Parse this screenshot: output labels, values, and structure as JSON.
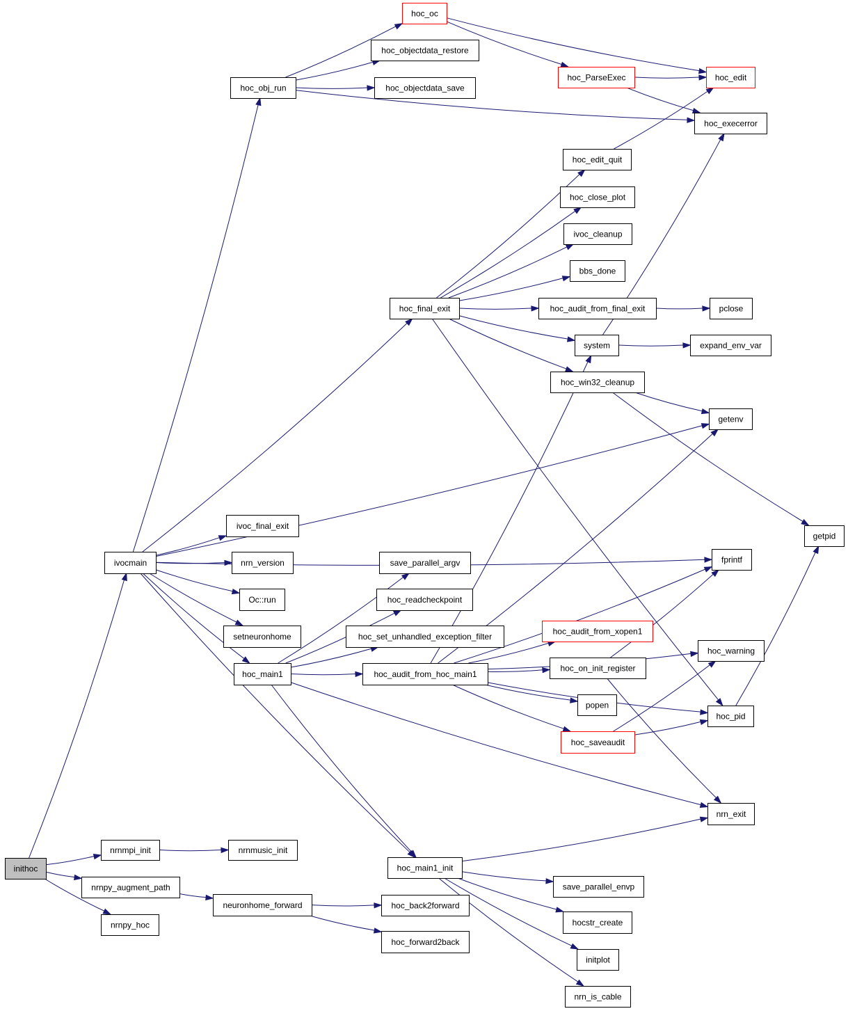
{
  "diagram": {
    "type": "call-graph",
    "colors": {
      "edge": "#191970",
      "node_border": "#000000",
      "highlight_border": "#ff0000",
      "root_fill": "#bfbfbf"
    },
    "nodes": [
      {
        "id": "inithoc",
        "label": "inithoc",
        "style": "root"
      },
      {
        "id": "ivocmain",
        "label": "ivocmain"
      },
      {
        "id": "nrnmpi_init",
        "label": "nrnmpi_init"
      },
      {
        "id": "nrnmusic_init",
        "label": "nrnmusic_init"
      },
      {
        "id": "nrnpy_augment_path",
        "label": "nrnpy_augment_path"
      },
      {
        "id": "nrnpy_hoc",
        "label": "nrnpy_hoc"
      },
      {
        "id": "neuronhome_forward",
        "label": "neuronhome_forward"
      },
      {
        "id": "hoc_back2forward",
        "label": "hoc_back2forward"
      },
      {
        "id": "hoc_forward2back",
        "label": "hoc_forward2back"
      },
      {
        "id": "hoc_obj_run",
        "label": "hoc_obj_run"
      },
      {
        "id": "hoc_oc",
        "label": "hoc_oc",
        "style": "red"
      },
      {
        "id": "hoc_objectdata_restore",
        "label": "hoc_objectdata_restore"
      },
      {
        "id": "hoc_objectdata_save",
        "label": "hoc_objectdata_save"
      },
      {
        "id": "hoc_ParseExec",
        "label": "hoc_ParseExec",
        "style": "red"
      },
      {
        "id": "hoc_edit",
        "label": "hoc_edit",
        "style": "red"
      },
      {
        "id": "hoc_execerror",
        "label": "hoc_execerror"
      },
      {
        "id": "hoc_edit_quit",
        "label": "hoc_edit_quit"
      },
      {
        "id": "hoc_close_plot",
        "label": "hoc_close_plot"
      },
      {
        "id": "ivoc_cleanup",
        "label": "ivoc_cleanup"
      },
      {
        "id": "bbs_done",
        "label": "bbs_done"
      },
      {
        "id": "hoc_final_exit",
        "label": "hoc_final_exit"
      },
      {
        "id": "hoc_audit_from_final_exit",
        "label": "hoc_audit_from_final_exit"
      },
      {
        "id": "pclose",
        "label": "pclose"
      },
      {
        "id": "system",
        "label": "system"
      },
      {
        "id": "expand_env_var",
        "label": "expand_env_var"
      },
      {
        "id": "hoc_win32_cleanup",
        "label": "hoc_win32_cleanup"
      },
      {
        "id": "getenv",
        "label": "getenv"
      },
      {
        "id": "getpid",
        "label": "getpid"
      },
      {
        "id": "ivoc_final_exit",
        "label": "ivoc_final_exit"
      },
      {
        "id": "nrn_version",
        "label": "nrn_version"
      },
      {
        "id": "oc_run",
        "label": "Oc::run"
      },
      {
        "id": "setneuronhome",
        "label": "setneuronhome"
      },
      {
        "id": "hoc_main1",
        "label": "hoc_main1"
      },
      {
        "id": "save_parallel_argv",
        "label": "save_parallel_argv"
      },
      {
        "id": "hoc_readcheckpoint",
        "label": "hoc_readcheckpoint"
      },
      {
        "id": "hoc_set_unhandled_exception_filter",
        "label": "hoc_set_unhandled_exception_filter"
      },
      {
        "id": "hoc_audit_from_hoc_main1",
        "label": "hoc_audit_from_hoc_main1"
      },
      {
        "id": "fprintf",
        "label": "fprintf"
      },
      {
        "id": "hoc_audit_from_xopen1",
        "label": "hoc_audit_from_xopen1",
        "style": "red"
      },
      {
        "id": "hoc_on_init_register",
        "label": "hoc_on_init_register"
      },
      {
        "id": "hoc_warning",
        "label": "hoc_warning"
      },
      {
        "id": "popen",
        "label": "popen"
      },
      {
        "id": "hoc_saveaudit",
        "label": "hoc_saveaudit",
        "style": "red"
      },
      {
        "id": "hoc_pid",
        "label": "hoc_pid"
      },
      {
        "id": "nrn_exit",
        "label": "nrn_exit"
      },
      {
        "id": "hoc_main1_init",
        "label": "hoc_main1_init"
      },
      {
        "id": "save_parallel_envp",
        "label": "save_parallel_envp"
      },
      {
        "id": "hocstr_create",
        "label": "hocstr_create"
      },
      {
        "id": "initplot",
        "label": "initplot"
      },
      {
        "id": "nrn_is_cable",
        "label": "nrn_is_cable"
      }
    ],
    "edges": [
      [
        "inithoc",
        "ivocmain"
      ],
      [
        "inithoc",
        "nrnmpi_init"
      ],
      [
        "inithoc",
        "nrnpy_augment_path"
      ],
      [
        "inithoc",
        "nrnpy_hoc"
      ],
      [
        "nrnmpi_init",
        "nrnmusic_init"
      ],
      [
        "nrnpy_augment_path",
        "neuronhome_forward"
      ],
      [
        "neuronhome_forward",
        "hoc_back2forward"
      ],
      [
        "neuronhome_forward",
        "hoc_forward2back"
      ],
      [
        "ivocmain",
        "hoc_obj_run"
      ],
      [
        "ivocmain",
        "hoc_final_exit"
      ],
      [
        "ivocmain",
        "getenv"
      ],
      [
        "ivocmain",
        "fprintf"
      ],
      [
        "ivocmain",
        "ivoc_final_exit"
      ],
      [
        "ivocmain",
        "nrn_version"
      ],
      [
        "ivocmain",
        "oc_run"
      ],
      [
        "ivocmain",
        "setneuronhome"
      ],
      [
        "ivocmain",
        "hoc_main1"
      ],
      [
        "ivocmain",
        "hoc_main1_init"
      ],
      [
        "hoc_obj_run",
        "hoc_oc"
      ],
      [
        "hoc_obj_run",
        "hoc_objectdata_restore"
      ],
      [
        "hoc_obj_run",
        "hoc_objectdata_save"
      ],
      [
        "hoc_obj_run",
        "hoc_execerror"
      ],
      [
        "hoc_oc",
        "hoc_ParseExec"
      ],
      [
        "hoc_oc",
        "hoc_edit"
      ],
      [
        "hoc_ParseExec",
        "hoc_edit"
      ],
      [
        "hoc_ParseExec",
        "hoc_execerror"
      ],
      [
        "hoc_edit_quit",
        "hoc_edit"
      ],
      [
        "hoc_final_exit",
        "hoc_edit_quit"
      ],
      [
        "hoc_final_exit",
        "hoc_close_plot"
      ],
      [
        "hoc_final_exit",
        "ivoc_cleanup"
      ],
      [
        "hoc_final_exit",
        "bbs_done"
      ],
      [
        "hoc_final_exit",
        "hoc_audit_from_final_exit"
      ],
      [
        "hoc_final_exit",
        "system"
      ],
      [
        "hoc_final_exit",
        "hoc_win32_cleanup"
      ],
      [
        "hoc_final_exit",
        "hoc_pid"
      ],
      [
        "hoc_audit_from_final_exit",
        "pclose"
      ],
      [
        "system",
        "hoc_execerror"
      ],
      [
        "system",
        "expand_env_var"
      ],
      [
        "hoc_win32_cleanup",
        "getenv"
      ],
      [
        "hoc_win32_cleanup",
        "getpid"
      ],
      [
        "hoc_main1",
        "save_parallel_argv"
      ],
      [
        "hoc_main1",
        "hoc_readcheckpoint"
      ],
      [
        "hoc_main1",
        "hoc_set_unhandled_exception_filter"
      ],
      [
        "hoc_main1",
        "hoc_audit_from_hoc_main1"
      ],
      [
        "hoc_main1",
        "nrn_exit"
      ],
      [
        "hoc_main1",
        "hoc_main1_init"
      ],
      [
        "hoc_audit_from_hoc_main1",
        "system"
      ],
      [
        "hoc_audit_from_hoc_main1",
        "getenv"
      ],
      [
        "hoc_audit_from_hoc_main1",
        "fprintf"
      ],
      [
        "hoc_audit_from_hoc_main1",
        "hoc_warning"
      ],
      [
        "hoc_audit_from_hoc_main1",
        "hoc_audit_from_xopen1"
      ],
      [
        "hoc_audit_from_hoc_main1",
        "hoc_on_init_register"
      ],
      [
        "hoc_audit_from_hoc_main1",
        "popen"
      ],
      [
        "hoc_audit_from_hoc_main1",
        "hoc_saveaudit"
      ],
      [
        "hoc_audit_from_hoc_main1",
        "hoc_pid"
      ],
      [
        "hoc_on_init_register",
        "fprintf"
      ],
      [
        "hoc_on_init_register",
        "nrn_exit"
      ],
      [
        "hoc_saveaudit",
        "hoc_warning"
      ],
      [
        "hoc_saveaudit",
        "hoc_pid"
      ],
      [
        "hoc_pid",
        "getpid"
      ],
      [
        "hoc_main1_init",
        "nrn_exit"
      ],
      [
        "hoc_main1_init",
        "save_parallel_envp"
      ],
      [
        "hoc_main1_init",
        "hocstr_create"
      ],
      [
        "hoc_main1_init",
        "initplot"
      ],
      [
        "hoc_main1_init",
        "nrn_is_cable"
      ]
    ]
  }
}
